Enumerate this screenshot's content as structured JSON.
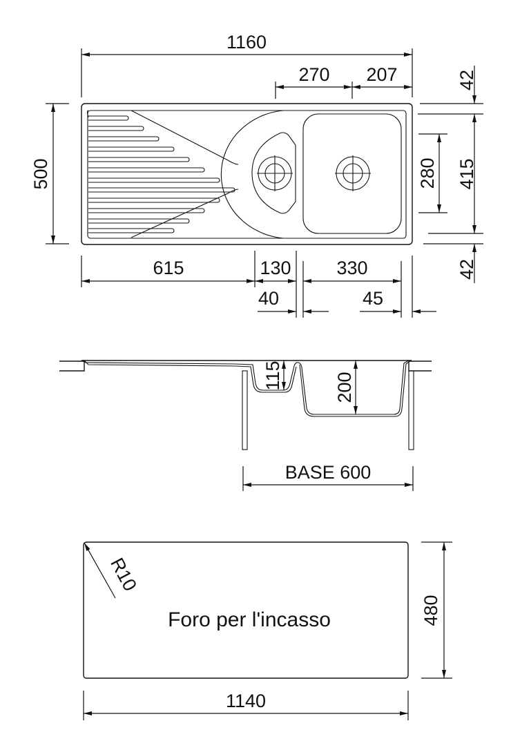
{
  "colors": {
    "line": "#111111",
    "background": "#ffffff"
  },
  "top_view": {
    "dims": {
      "overall_width": "1160",
      "bowl_spacing": "270",
      "right_offset": "207",
      "overall_depth": "500",
      "top_margin": "42",
      "bowl_inner_depth": "415",
      "small_bowl_height": "280",
      "bottom_margin": "42",
      "drainer_length": "615",
      "small_bowl_width": "130",
      "main_bowl_width": "330",
      "small_bowl_offset": "40",
      "right_edge_offset": "45"
    }
  },
  "section_view": {
    "dims": {
      "small_bowl_depth": "115",
      "main_bowl_depth": "200",
      "base": "BASE 600"
    }
  },
  "cutout_view": {
    "label": "Foro per l'incasso",
    "dims": {
      "corner_radius": "R10",
      "height": "480",
      "width": "1140"
    }
  }
}
